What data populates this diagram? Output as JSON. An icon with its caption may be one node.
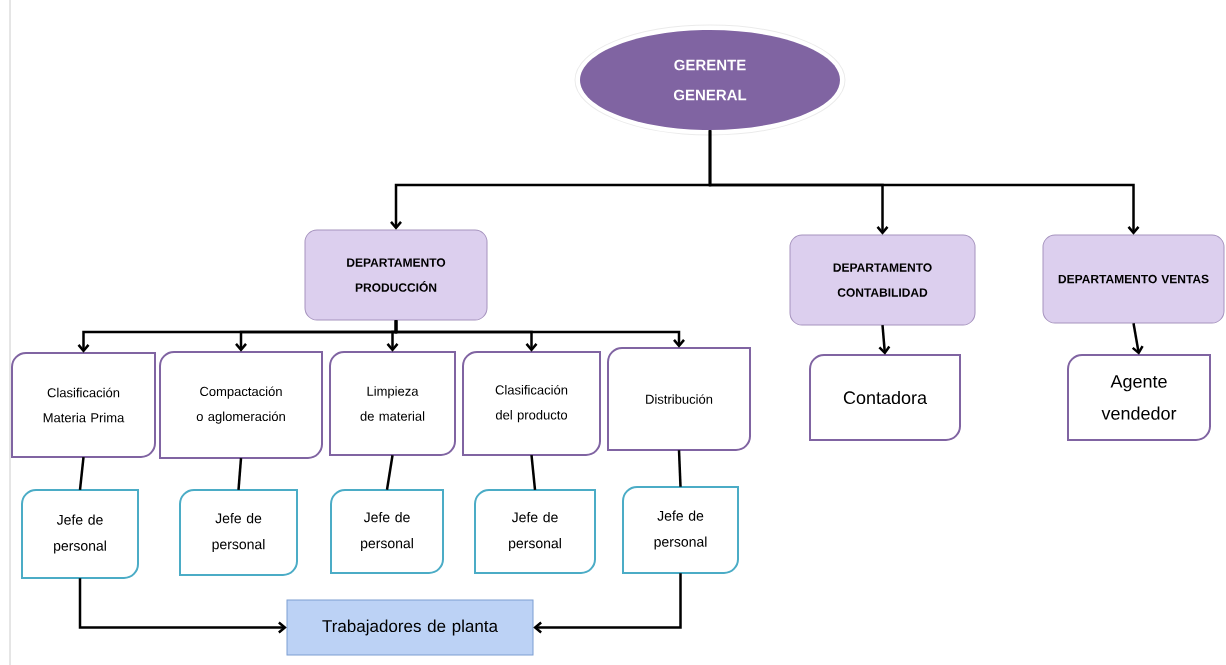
{
  "diagram": {
    "nodes": [
      {
        "text": [
          "GERENTE GENERAL"
        ]
      },
      {
        "text": [
          "DEPARTAMENTO PRODUCCIÓN"
        ]
      },
      {
        "text": [
          "DEPARTAMENTO CONTABILIDAD"
        ]
      },
      {
        "text": [
          "DEPARTAMENTO VENTAS"
        ]
      },
      {
        "text": [
          "Clasificación Materia Prima"
        ]
      },
      {
        "text": [
          "Compactación o aglomeración"
        ]
      },
      {
        "text": [
          "Limpieza de material"
        ]
      },
      {
        "text": [
          "Clasificación del producto"
        ]
      },
      {
        "text": [
          "Distribución"
        ]
      },
      {
        "text": [
          "Contadora"
        ]
      },
      {
        "text": [
          "Agente vendedor"
        ]
      },
      {
        "text": [
          "Jefe de personal"
        ]
      },
      {
        "text": [
          "Jefe de personal"
        ]
      },
      {
        "text": [
          "Jefe de personal"
        ]
      },
      {
        "text": [
          "Jefe de personal"
        ]
      },
      {
        "text": [
          "Jefe de personal"
        ]
      },
      {
        "text": [
          "Trabajadores de planta"
        ]
      }
    ],
    "edges": [
      {
        "from": 0,
        "to": 1,
        "arrow": "to"
      },
      {
        "from": 0,
        "to": 2,
        "arrow": "to"
      },
      {
        "from": 0,
        "to": 3,
        "arrow": "to"
      },
      {
        "from": 1,
        "to": 4,
        "arrow": "to"
      },
      {
        "from": 1,
        "to": 5,
        "arrow": "to"
      },
      {
        "from": 1,
        "to": 6,
        "arrow": "to"
      },
      {
        "from": 1,
        "to": 7,
        "arrow": "to"
      },
      {
        "from": 1,
        "to": 8,
        "arrow": "to"
      },
      {
        "from": 2,
        "to": 9,
        "arrow": "to"
      },
      {
        "from": 3,
        "to": 10,
        "arrow": "to"
      },
      {
        "from": 4,
        "to": 11,
        "arrow": "none"
      },
      {
        "from": 5,
        "to": 12,
        "arrow": "none"
      },
      {
        "from": 6,
        "to": 13,
        "arrow": "none"
      },
      {
        "from": 7,
        "to": 14,
        "arrow": "none"
      },
      {
        "from": 8,
        "to": 15,
        "arrow": "none"
      },
      {
        "from": 11,
        "to": 16,
        "arrow": "to"
      },
      {
        "from": 15,
        "to": 16,
        "arrow": "to"
      }
    ]
  }
}
